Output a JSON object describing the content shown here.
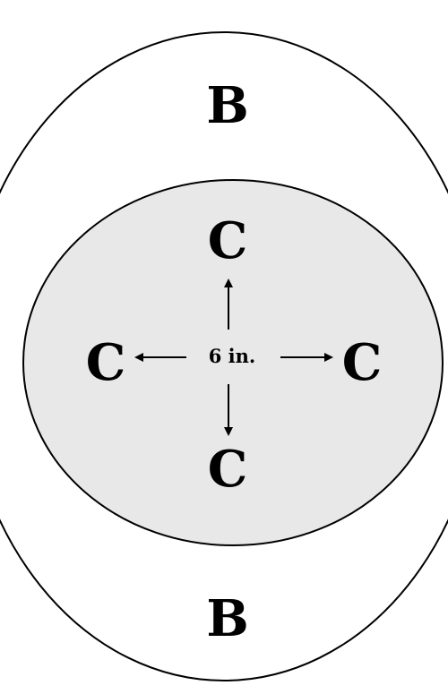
{
  "labels": {
    "outer_top": "B",
    "outer_bottom": "B",
    "inner_top": "C",
    "inner_bottom": "C",
    "inner_left": "C",
    "inner_right": "C",
    "center": "6 in."
  },
  "colors": {
    "outer_fill": "#ffffff",
    "inner_fill": "#e8e8e8",
    "stroke": "#000000"
  }
}
